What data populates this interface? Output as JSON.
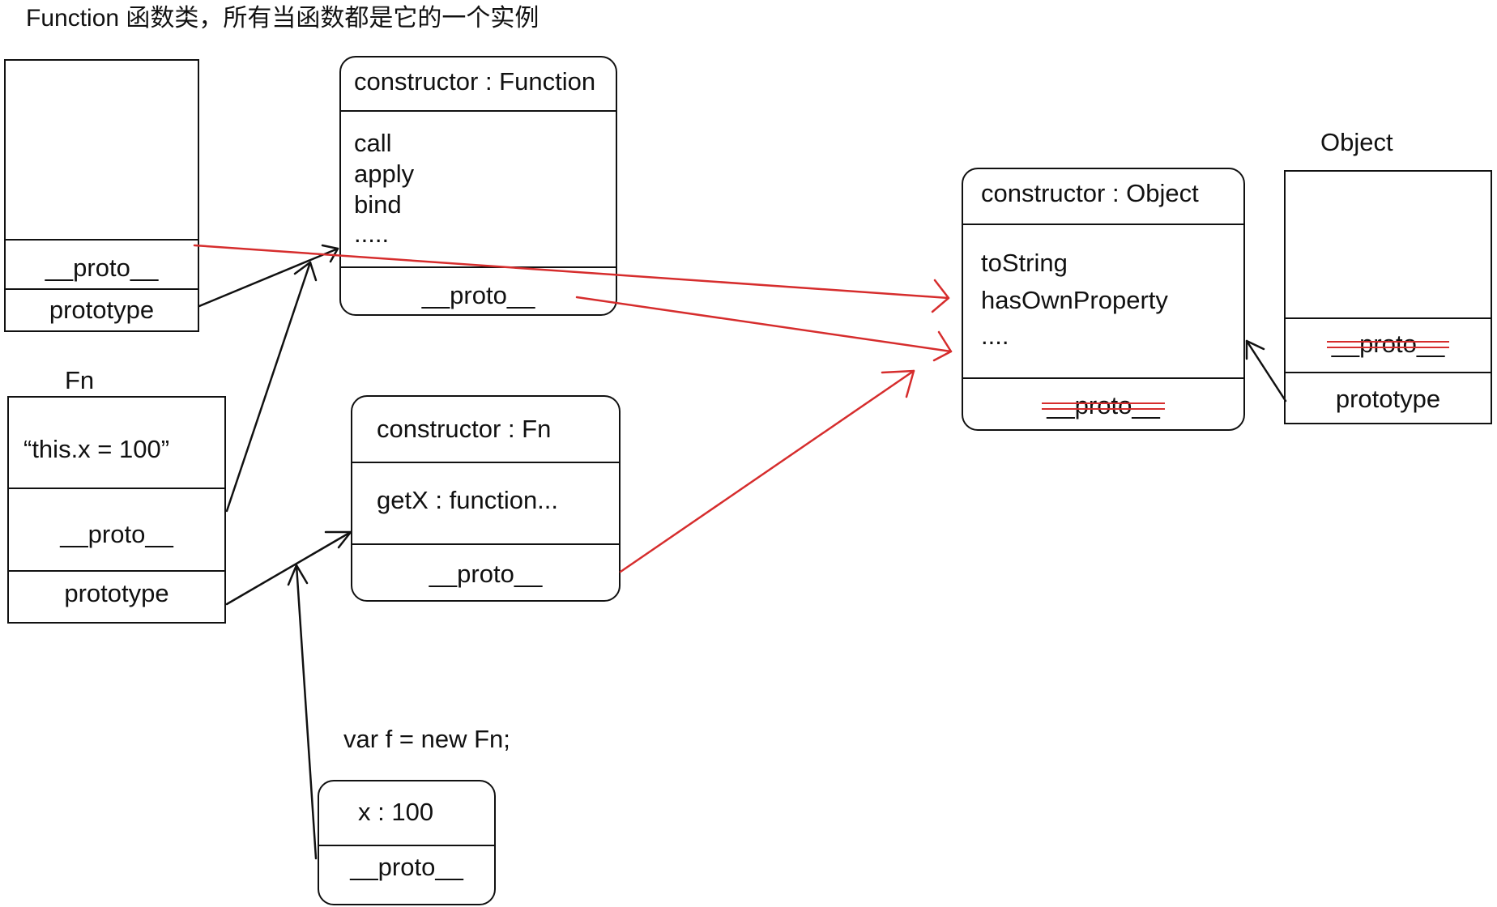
{
  "title": "Function 函数类，所有当函数都是它的一个实例",
  "function_class": {
    "proto": "__proto__",
    "prototype": "prototype"
  },
  "function_prototype": {
    "constructor": "constructor : Function",
    "methods": [
      "call",
      "apply",
      "bind",
      "....."
    ],
    "proto": "__proto__"
  },
  "object_prototype": {
    "constructor": "constructor : Object",
    "methods": [
      "toString",
      "hasOwnProperty",
      "...."
    ],
    "proto": "__proto__"
  },
  "object_class": {
    "label": "Object",
    "proto": "__proto__",
    "prototype": "prototype"
  },
  "fn_class": {
    "label": "Fn",
    "body": "“this.x = 100”",
    "proto": "__proto__",
    "prototype": "prototype"
  },
  "fn_prototype": {
    "constructor": "constructor : Fn",
    "method": "getX : function...",
    "proto": "__proto__"
  },
  "instance": {
    "code": "var f = new Fn;",
    "prop": "x : 100",
    "proto": "__proto__"
  },
  "colors": {
    "line": "#111111",
    "proto_chain": "#d62d2d"
  }
}
